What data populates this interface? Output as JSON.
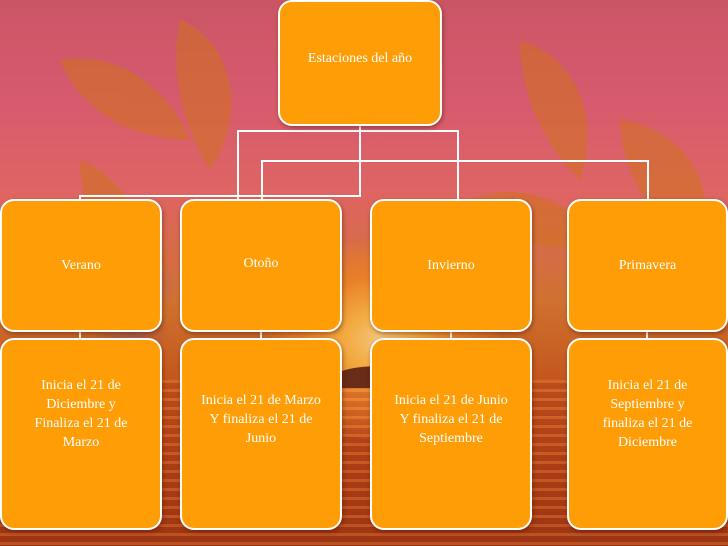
{
  "diagram": {
    "root": "Estaciones del año",
    "seasons": [
      {
        "name": "Verano",
        "detail": "Inicia el 21 de\nDiciembre y\nFinaliza el 21 de\nMarzo"
      },
      {
        "name": "Otoño",
        "detail": "Inicia el 21 de Marzo\nY finaliza el 21 de\nJunio"
      },
      {
        "name": "Invierno",
        "detail": "Inicia el 21 de Junio\nY finaliza el 21 de\nSeptiembre"
      },
      {
        "name": "Primavera",
        "detail": "Inicia el 21 de\nSeptiembre y\nfinaliza el 21 de\nDiciembre"
      }
    ]
  },
  "colors": {
    "box_fill": "#ff9d07",
    "box_border": "#ffffff",
    "text": "#ffffff",
    "connector": "#ffffff"
  }
}
